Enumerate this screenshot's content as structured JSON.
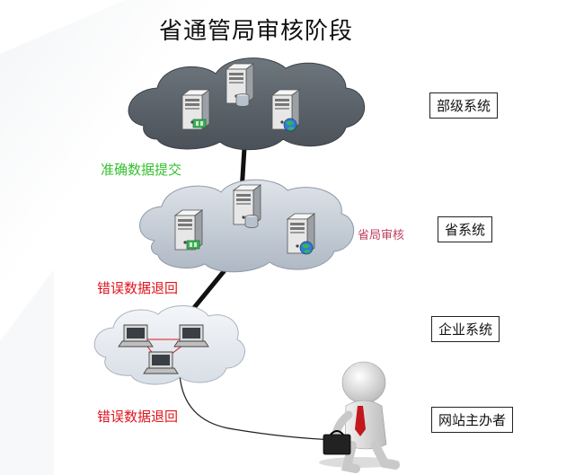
{
  "title": "省通管局审核阶段",
  "labels": {
    "submit": "准确数据提交",
    "return_top": "错误数据退回",
    "return_bottom": "错误数据退回",
    "province_review": "省局审核"
  },
  "systems": [
    "部级系统",
    "省系统",
    "企业系统",
    "网站主办者"
  ],
  "colors": {
    "cloud": "#59616a",
    "cloud_light": "#c4ccd6",
    "green_text": "#35c02f",
    "red_text": "#e0141c",
    "pink_text": "#c04060"
  }
}
